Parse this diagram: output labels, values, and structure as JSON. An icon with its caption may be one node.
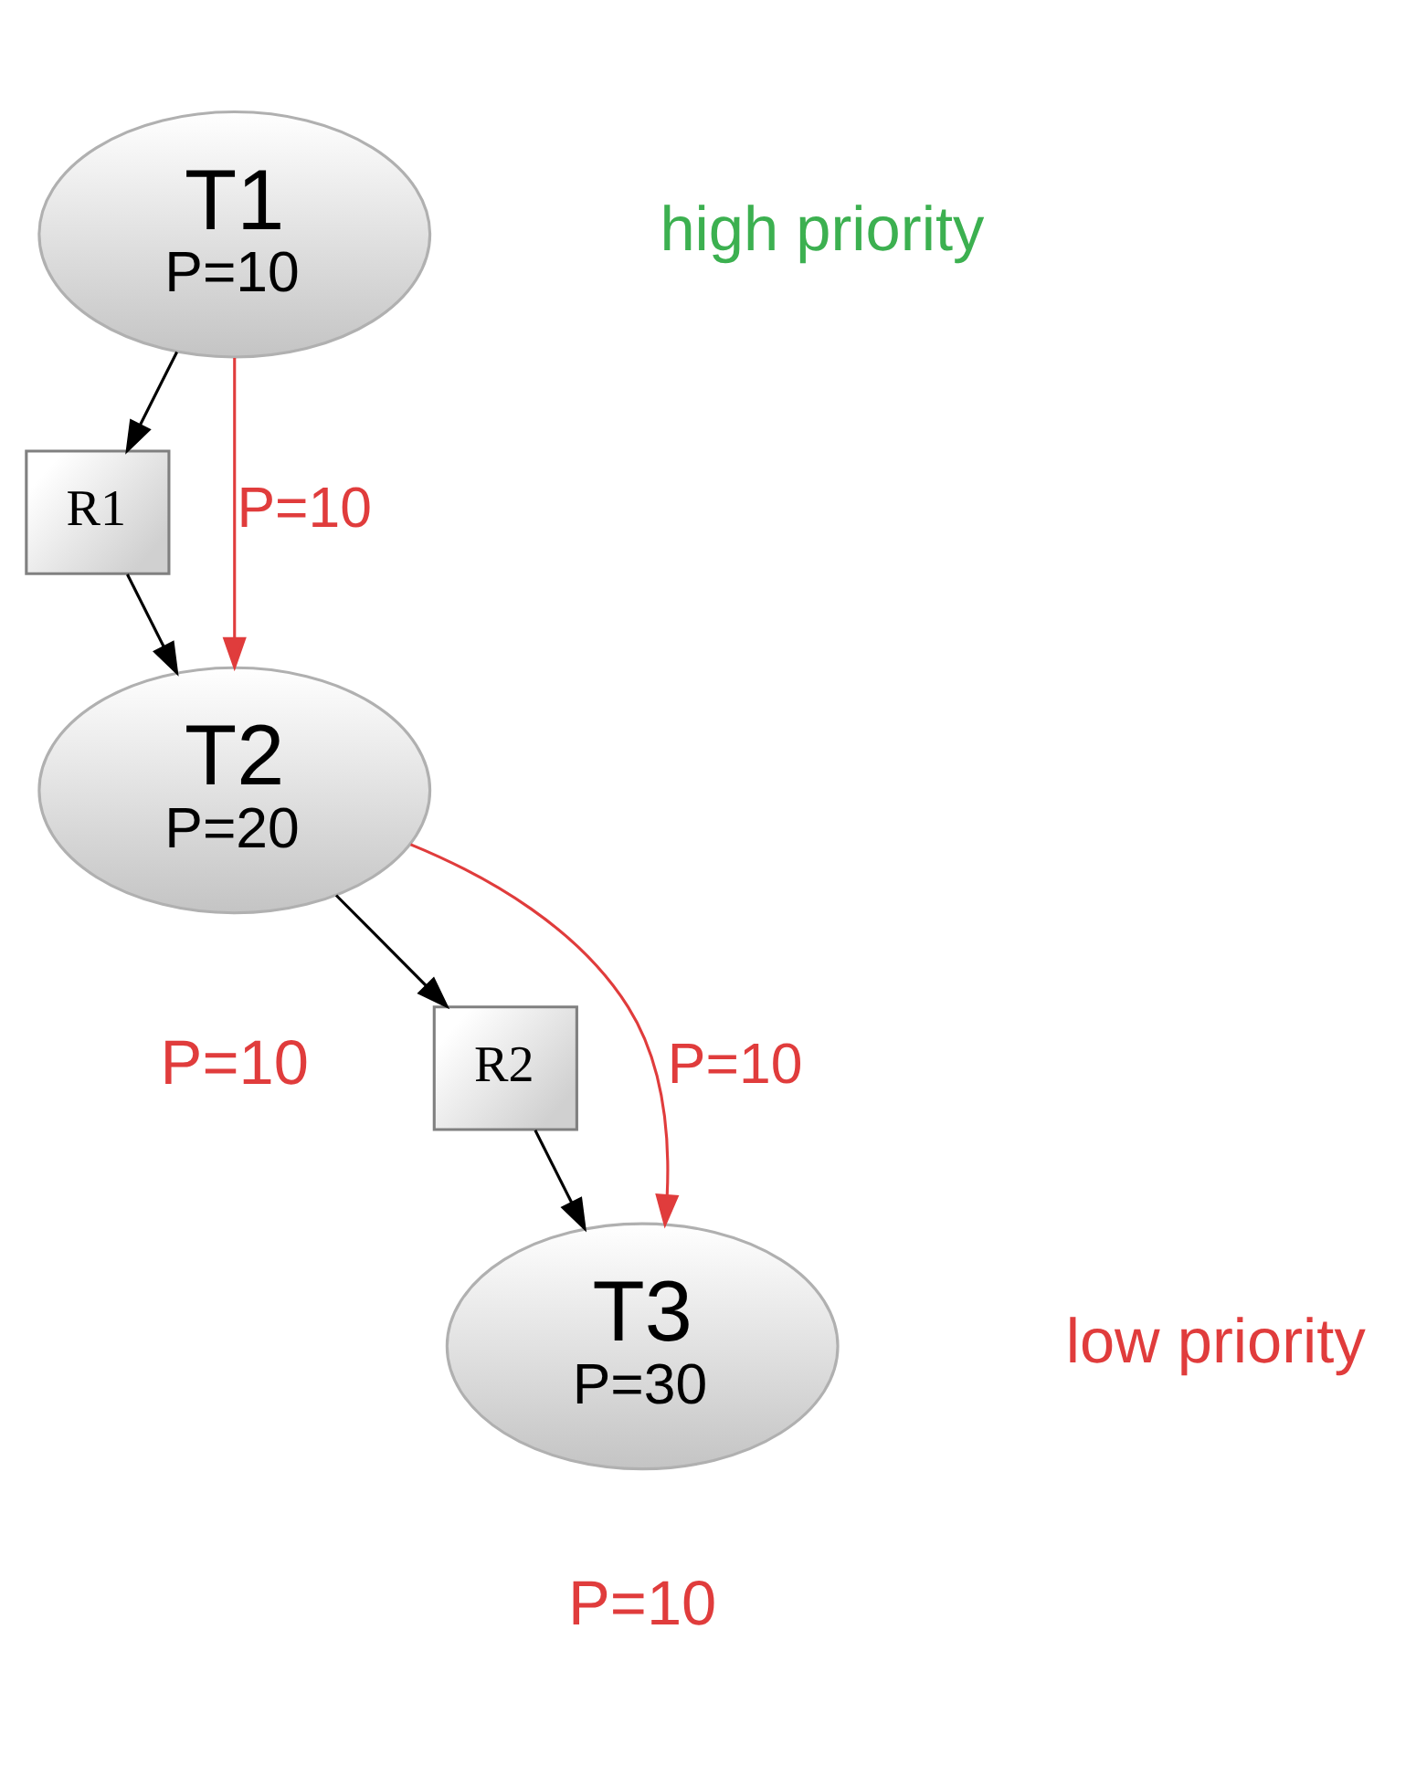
{
  "diagram": {
    "nodes": [
      {
        "text": [
          "T1",
          "P=10"
        ],
        "beside": [
          "high priority"
        ]
      },
      {
        "text": [
          "R1"
        ]
      },
      {
        "text": [
          "T2",
          "P=20"
        ],
        "beside": [
          "P=10"
        ]
      },
      {
        "text": [
          "R2"
        ]
      },
      {
        "text": [
          "T3",
          "P=30"
        ],
        "beside": [
          "P=10",
          "low priority"
        ]
      }
    ],
    "edges": [
      {
        "from": 0,
        "to": 1,
        "arrow": "to"
      },
      {
        "from": 1,
        "to": 2,
        "arrow": "to"
      },
      {
        "from": 0,
        "to": 2,
        "arrow": "to",
        "label": "P=10",
        "color": "#e03c3c"
      },
      {
        "from": 2,
        "to": 3,
        "arrow": "to"
      },
      {
        "from": 3,
        "to": 4,
        "arrow": "to"
      },
      {
        "from": 2,
        "to": 4,
        "arrow": "to",
        "label": "P=10",
        "color": "#e03c3c"
      }
    ]
  }
}
